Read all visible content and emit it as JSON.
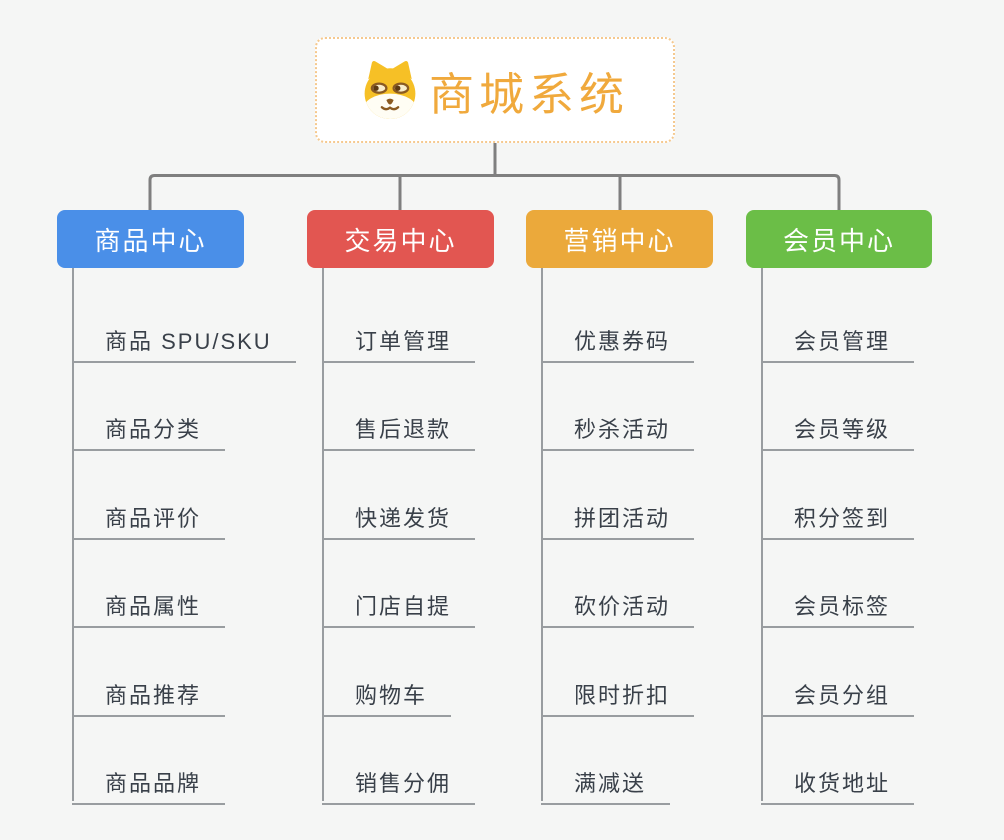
{
  "root": {
    "title": "商城系统",
    "icon": "shiba-dog-icon"
  },
  "branches": [
    {
      "label": "商品中心",
      "color": "#4a8fe8",
      "items": [
        "商品 SPU/SKU",
        "商品分类",
        "商品评价",
        "商品属性",
        "商品推荐",
        "商品品牌"
      ]
    },
    {
      "label": "交易中心",
      "color": "#e25651",
      "items": [
        "订单管理",
        "售后退款",
        "快递发货",
        "门店自提",
        "购物车",
        "销售分佣"
      ]
    },
    {
      "label": "营销中心",
      "color": "#eba93b",
      "items": [
        "优惠券码",
        "秒杀活动",
        "拼团活动",
        "砍价活动",
        "限时折扣",
        "满减送"
      ]
    },
    {
      "label": "会员中心",
      "color": "#6bbe47",
      "items": [
        "会员管理",
        "会员等级",
        "积分签到",
        "会员标签",
        "会员分组",
        "收货地址"
      ]
    }
  ],
  "colors": {
    "background": "#f5f6f5",
    "root_border": "#f5c98f",
    "root_title": "#f0a93c",
    "connector": "#7f7f7f",
    "branch_line": "#999da0",
    "item_text": "#394049",
    "node_text": "#ffffff"
  }
}
